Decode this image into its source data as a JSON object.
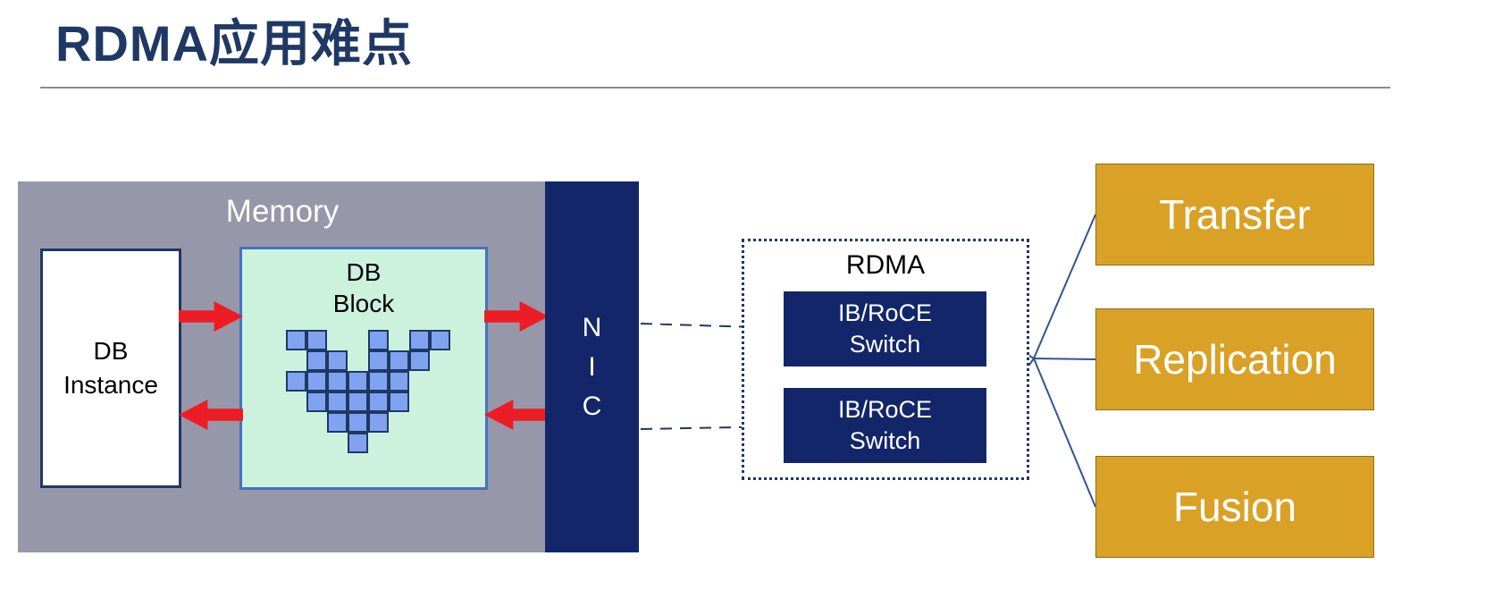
{
  "title": "RDMA应用难点",
  "colors": {
    "title": "#1F3864",
    "rule": "#8C8C8C",
    "memory_bg": "#9697A9",
    "navy": "#132669",
    "green_bg": "#CCF2DE",
    "block_border": "#4472C4",
    "square_fill": "#7FA3F0",
    "square_border": "#203864",
    "arrow_red": "#EE1C25",
    "orange": "#D9A226",
    "connector": "#2F5496"
  },
  "diagram": {
    "memory": {
      "label": "Memory"
    },
    "db_instance": {
      "line1": "DB",
      "line2": "Instance"
    },
    "db_block": {
      "line1": "DB",
      "line2": "Block",
      "pattern": [
        [
          1,
          1,
          0,
          0,
          1,
          0,
          1,
          1
        ],
        [
          0,
          1,
          1,
          0,
          1,
          1,
          1,
          0
        ],
        [
          1,
          1,
          1,
          1,
          1,
          1,
          0,
          0
        ],
        [
          0,
          1,
          1,
          1,
          1,
          1,
          0,
          0
        ],
        [
          0,
          0,
          1,
          1,
          1,
          0,
          0,
          0
        ],
        [
          0,
          0,
          0,
          1,
          0,
          0,
          0,
          0
        ]
      ]
    },
    "nic": {
      "letters": [
        "N",
        "I",
        "C"
      ]
    },
    "rdma": {
      "label": "RDMA",
      "switches": [
        {
          "line1": "IB/RoCE",
          "line2": "Switch"
        },
        {
          "line1": "IB/RoCE",
          "line2": "Switch"
        }
      ]
    },
    "outputs": [
      {
        "label": "Transfer"
      },
      {
        "label": "Replication"
      },
      {
        "label": "Fusion"
      }
    ]
  }
}
